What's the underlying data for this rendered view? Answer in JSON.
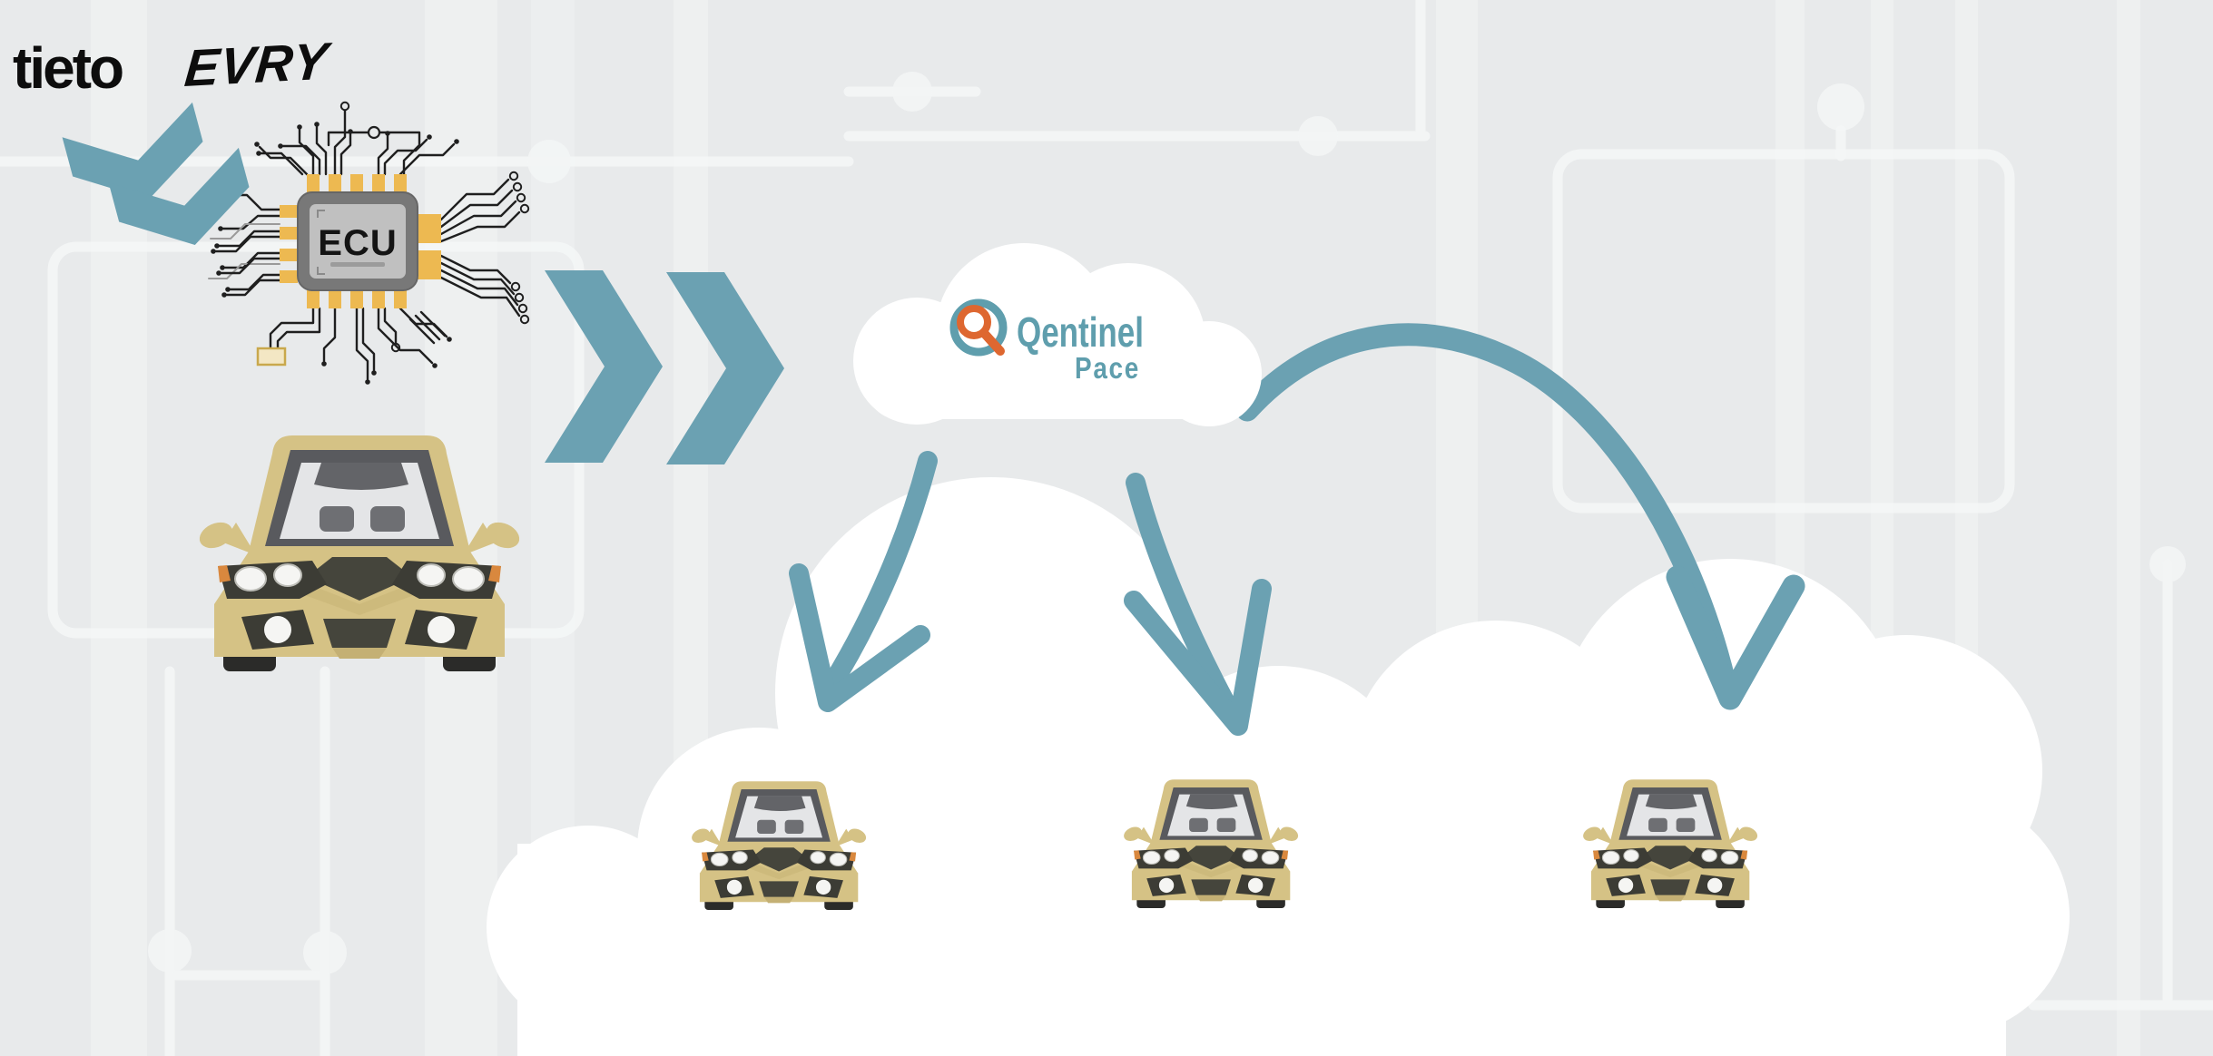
{
  "branding": {
    "logo_part1": "tieto",
    "logo_part2": "EVRY"
  },
  "ecu_chip": {
    "label": "ECU"
  },
  "cloud_service": {
    "brand": "Qentinel",
    "product": "Pace"
  },
  "fleet": {
    "car_count": 3
  },
  "icons": {
    "tieto-evry-logo": "wordmark top-left",
    "double-chevron-down-icon": "two teal chevrons pointing down below logo",
    "ecu-chip-icon": "microchip with circuit traces labeled ECU",
    "car-icon": "front view tan sedan",
    "double-chevron-right-icon": "two large teal chevrons pointing right",
    "cloud-icon": "white cloud holding Qentinel Pace logo",
    "magnifier-q-icon": "teal Q ring with orange magnifying glass",
    "arrow-down-left-icon": "hand-drawn teal arrow curving down-left from cloud",
    "arrow-down-icon": "hand-drawn teal arrow pointing down from cloud",
    "arc-arrow-icon": "large teal arc arrow from cloud down to rightmost car"
  },
  "colors": {
    "background_gray": "#e8eaeb",
    "band_white": "#f2f4f5",
    "cloud_white": "#ffffff",
    "accent_teal": "#6ba1b2",
    "qentinel_teal": "#5f9ead",
    "qentinel_orange": "#de6730",
    "logo_black": "#0d0d0d",
    "car_body_tan": "#d5c285",
    "car_window_gray": "#595a5e",
    "car_grille_dark": "#45453c",
    "chip_body_gray": "#787878",
    "chip_plate_gray": "#c0c0c0",
    "chip_pin_gold": "#edb951",
    "trace_black": "#1f1f1f"
  }
}
